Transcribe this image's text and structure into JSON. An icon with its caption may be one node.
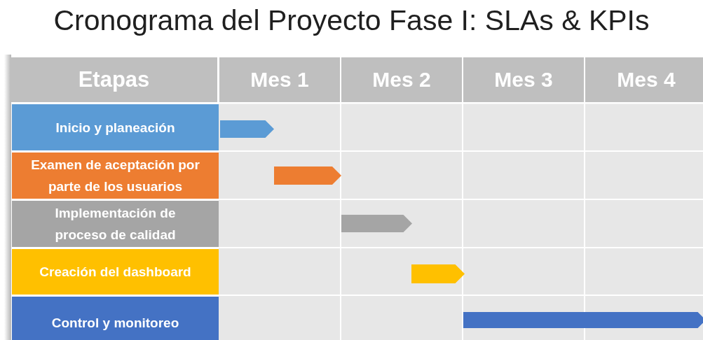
{
  "diagram": {
    "title": "Cronograma del Proyecto Fase I: SLAs & KPIs",
    "nodes": [
      {
        "text": [
          "Inicio y planeación"
        ]
      },
      {
        "text": [
          "Examen de aceptación por parte de los usuarios"
        ]
      },
      {
        "text": [
          "Implementación de proceso de calidad"
        ]
      },
      {
        "text": [
          "Creación del dashboard"
        ]
      },
      {
        "text": [
          "Control y monitoreo"
        ]
      },
      {
        "text": [],
        "shape": "bar"
      },
      {
        "text": [],
        "shape": "bar"
      },
      {
        "text": [],
        "shape": "bar"
      },
      {
        "text": [],
        "shape": "bar"
      },
      {
        "text": [],
        "shape": "bar"
      }
    ],
    "labels": [
      "Etapas",
      "Mes 1",
      "Mes 2",
      "Mes 3",
      "Mes 4"
    ]
  }
}
